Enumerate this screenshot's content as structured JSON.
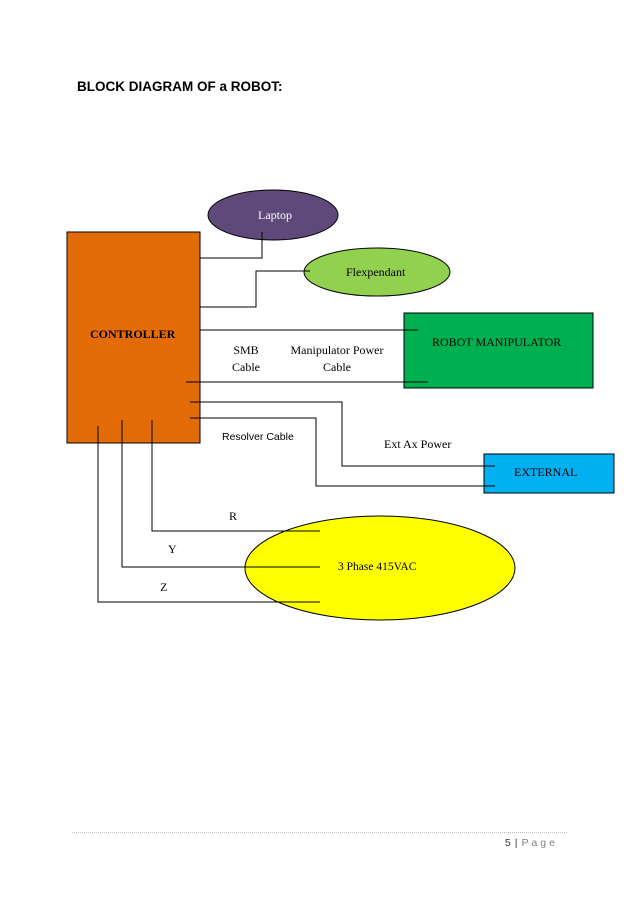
{
  "heading": "BLOCK DIAGRAM OF a ROBOT:",
  "blocks": {
    "laptop": "Laptop",
    "flexpendant": "Flexpendant",
    "controller": "CONTROLLER",
    "robot_manipulator": "ROBOT MANIPULATOR",
    "external": "EXTERNAL",
    "supply": "3 Phase 415VAC"
  },
  "labels": {
    "smb_1": "SMB",
    "smb_2": "Cable",
    "manip_power_1": "Manipulator Power",
    "manip_power_2": "Cable",
    "resolver": "Resolver Cable",
    "ext_ax_power": "Ext Ax Power",
    "phase_r": "R",
    "phase_y": "Y",
    "phase_z": "Z"
  },
  "colors": {
    "controller": "#e36c09",
    "laptop": "#5f497a",
    "flexpendant": "#92d050",
    "robot_manipulator": "#00b050",
    "external": "#00b0f0",
    "supply": "#ffff00"
  },
  "footer": {
    "page_number": "5",
    "separator": "|",
    "page_word": "Page"
  }
}
